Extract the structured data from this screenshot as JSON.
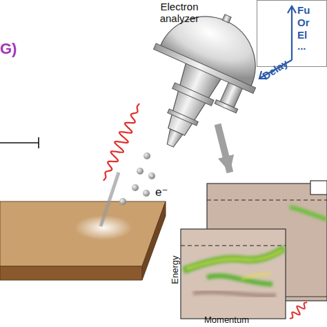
{
  "diagram": {
    "nodes": [
      {
        "text": [
          "Electron analyzer"
        ]
      },
      {
        "text": [
          "Fu",
          "Or",
          "El",
          "...",
          "Delay"
        ]
      },
      {
        "text": [
          "Energy",
          "Momentum"
        ]
      }
    ],
    "edges": [
      {
        "from": 0,
        "to": 2,
        "arrow": "to"
      }
    ],
    "labels": [
      "G)",
      "e⁻"
    ]
  }
}
